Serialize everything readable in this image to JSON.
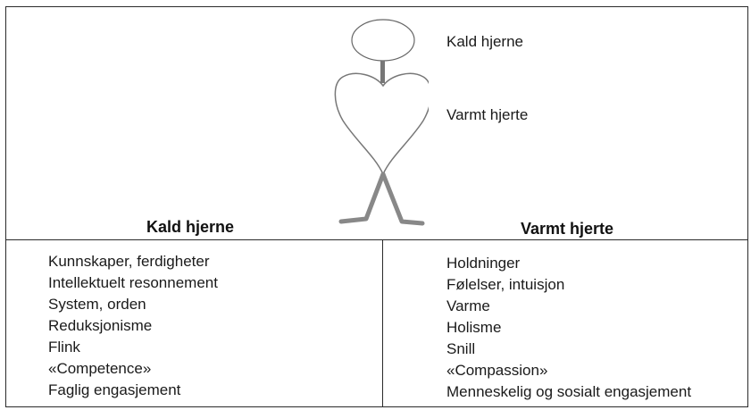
{
  "figure": {
    "head_label": "Kald hjerne",
    "heart_label": "Varmt hjerte"
  },
  "columns": {
    "left": {
      "heading": "Kald hjerne",
      "items": [
        "Kunnskaper, ferdigheter",
        "Intellektuelt resonnement",
        "System, orden",
        "Reduksjonisme",
        "Flink",
        "«Competence»",
        "Faglig engasjement"
      ]
    },
    "right": {
      "heading": "Varmt hjerte",
      "items": [
        "Holdninger",
        "Følelser, intuisjon",
        "Varme",
        "Holisme",
        "Snill",
        "«Compassion»",
        "Menneskelig og sosialt engasjement"
      ]
    }
  }
}
